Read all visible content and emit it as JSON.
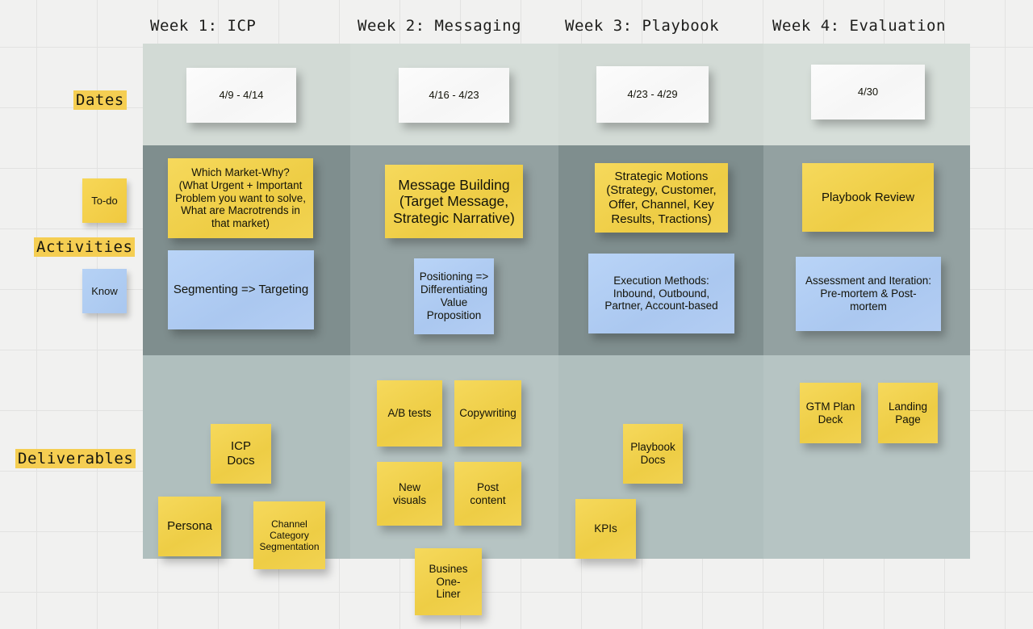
{
  "board": {
    "columns": [
      {
        "header": "Week 1: ICP",
        "date_note": "4/9 - 4/14"
      },
      {
        "header": "Week 2: Messaging",
        "date_note": "4/16 - 4/23"
      },
      {
        "header": "Week 3: Playbook",
        "date_note": "4/23 - 4/29"
      },
      {
        "header": "Week 4: Evaluation",
        "date_note": "4/30"
      }
    ],
    "row_labels": {
      "dates": "Dates",
      "activities": "Activities",
      "deliverables": "Deliverables"
    },
    "legend": {
      "todo": "To-do",
      "know": "Know"
    },
    "activities": {
      "todo": [
        "Which Market-Why?\n(What Urgent + Important\nProblem you want to solve,\nWhat are Macrotrends in\nthat market)",
        "Message Building\n(Target Message,\nStrategic Narrative)",
        "Strategic Motions\n(Strategy, Customer,\nOffer, Channel, Key\nResults, Tractions)",
        "Playbook Review"
      ],
      "know": [
        "Segmenting => Targeting",
        "Positioning =>\nDifferentiating\nValue\nProposition",
        "Execution Methods:\nInbound, Outbound,\nPartner, Account-based",
        "Assessment and Iteration:\nPre-mortem & Post-\nmortem"
      ]
    },
    "deliverables": {
      "week1": [
        "ICP Docs",
        "Persona",
        "Channel\nCategory\nSegmentation"
      ],
      "week2": [
        "A/B tests",
        "Copywriting",
        "New visuals",
        "Post content",
        "Busines One-\nLiner"
      ],
      "week3": [
        "Playbook\nDocs",
        "KPIs"
      ],
      "week4": [
        "GTM Plan\nDeck",
        "Landing\nPage"
      ]
    },
    "colors": {
      "canvas": "#f1f1f0",
      "grid_line": "#e2e2e1",
      "band_dates": "#d2dad5",
      "band_activities": "#7f8e8e",
      "band_deliverables": "#b0bfbe",
      "note_yellow": "#f0ce47",
      "note_blue": "#b0cbf3",
      "note_white": "#fafafa",
      "highlight": "#f5ce52"
    }
  }
}
